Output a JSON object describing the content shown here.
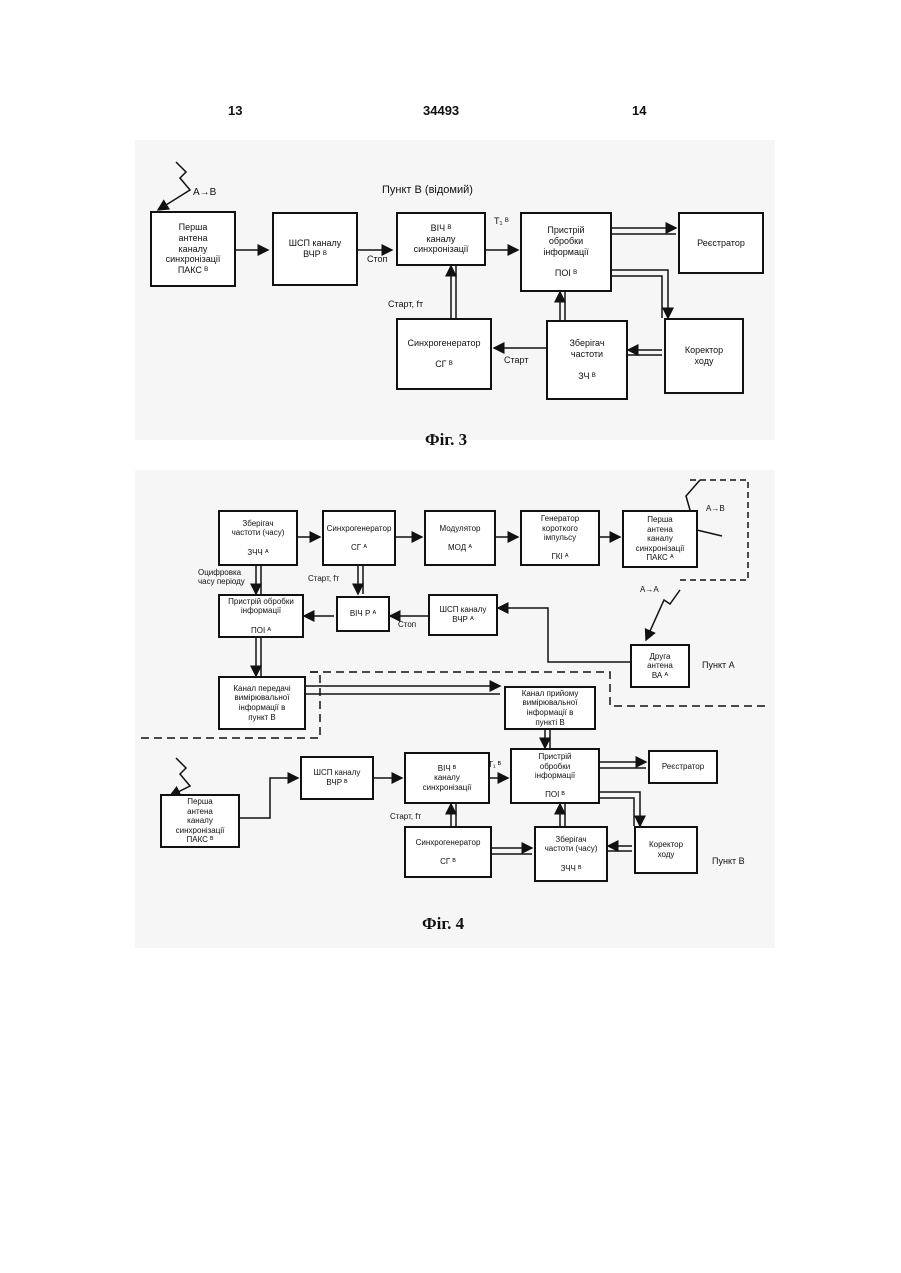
{
  "header": {
    "left": "13",
    "center": "34493",
    "right": "14"
  },
  "fig3": {
    "caption": "Фіг. 3",
    "point_title": "Пункт В (відомий)",
    "antenna_signal": "А→В",
    "blocks": {
      "antenna": "Перша\nантена\nканалу\nсинхронізації\nПАКС ᴮ",
      "shsp": "ШСП каналу\nВЧР ᴮ",
      "vich": "ВІЧ ᴮ\nканалу\nсинхронізації",
      "poi": "Пристрій\nобробки\nінформації\n\nПОІ ᴮ",
      "registrator": "Реєстратор",
      "sg": "Синхрогенератор\n\nСГ ᴮ",
      "zch": "Зберігач\nчастоти\n\nЗЧ ᴮ",
      "korektor": "Коректор\nходу"
    },
    "labels": {
      "stop": "Стоп",
      "start_ft": "Старт, fт",
      "start": "Старт",
      "t1": "T₁ ᴮ"
    }
  },
  "fig4": {
    "caption": "Фіг. 4",
    "point_a": "Пункт А",
    "point_b": "Пункт В",
    "signal_ab": "А→В",
    "signal_aa": "А→А",
    "blocks": {
      "zchch_a": "Зберігач\nчастоти (часу)\n\nЗЧЧ ᴬ",
      "sg_a": "Синхрогенератор\n\nСГ ᴬ",
      "mod_a": "Модулятор\n\nМОД ᴬ",
      "gki_a": "Генератор\nкороткого\nімпульсу\n\nГКІ ᴬ",
      "paks_a": "Перша\nантена\nканалу\nсинхронізації\nПАКС ᴬ",
      "poi_a": "Пристрій обробки\nінформації\n\nПОІ ᴬ",
      "vichr_a": "ВІЧ Р ᴬ",
      "shsp_a": "ШСП каналу\nВЧР ᴬ",
      "dra_a": "Друга\nантена\nВА ᴬ",
      "kanal_tx": "Канал передачі\nвимірювальної\nінформації в\nпункт В",
      "kanal_rx": "Канал прийому\nвимірювальної\nінформації в\nпункті В",
      "paks_b": "Перша\nантена\nканалу\nсинхронізації\nПАКС ᴮ",
      "shsp_b": "ШСП каналу\nВЧР ᴮ",
      "vich_b": "ВІЧ ᴮ\nканалу\nсинхронізації",
      "poi_b": "Пристрій\nобробки\nінформації\n\nПОІ ᴮ",
      "registrator_b": "Реєстратор",
      "sg_b": "Синхрогенератор\n\nСГ ᴮ",
      "zchch_b": "Зберігач\nчастоти (часу)\n\nЗЧЧ ᴮ",
      "korektor_b": "Коректор\nходу"
    },
    "labels": {
      "otsyfrovka": "Оцифровка\nчасу періоду",
      "start_ft_a": "Старт, fт",
      "stop_a": "Стоп",
      "t1_b": "T₁ ᴮ",
      "start_ft_b": "Старт, fт"
    }
  }
}
